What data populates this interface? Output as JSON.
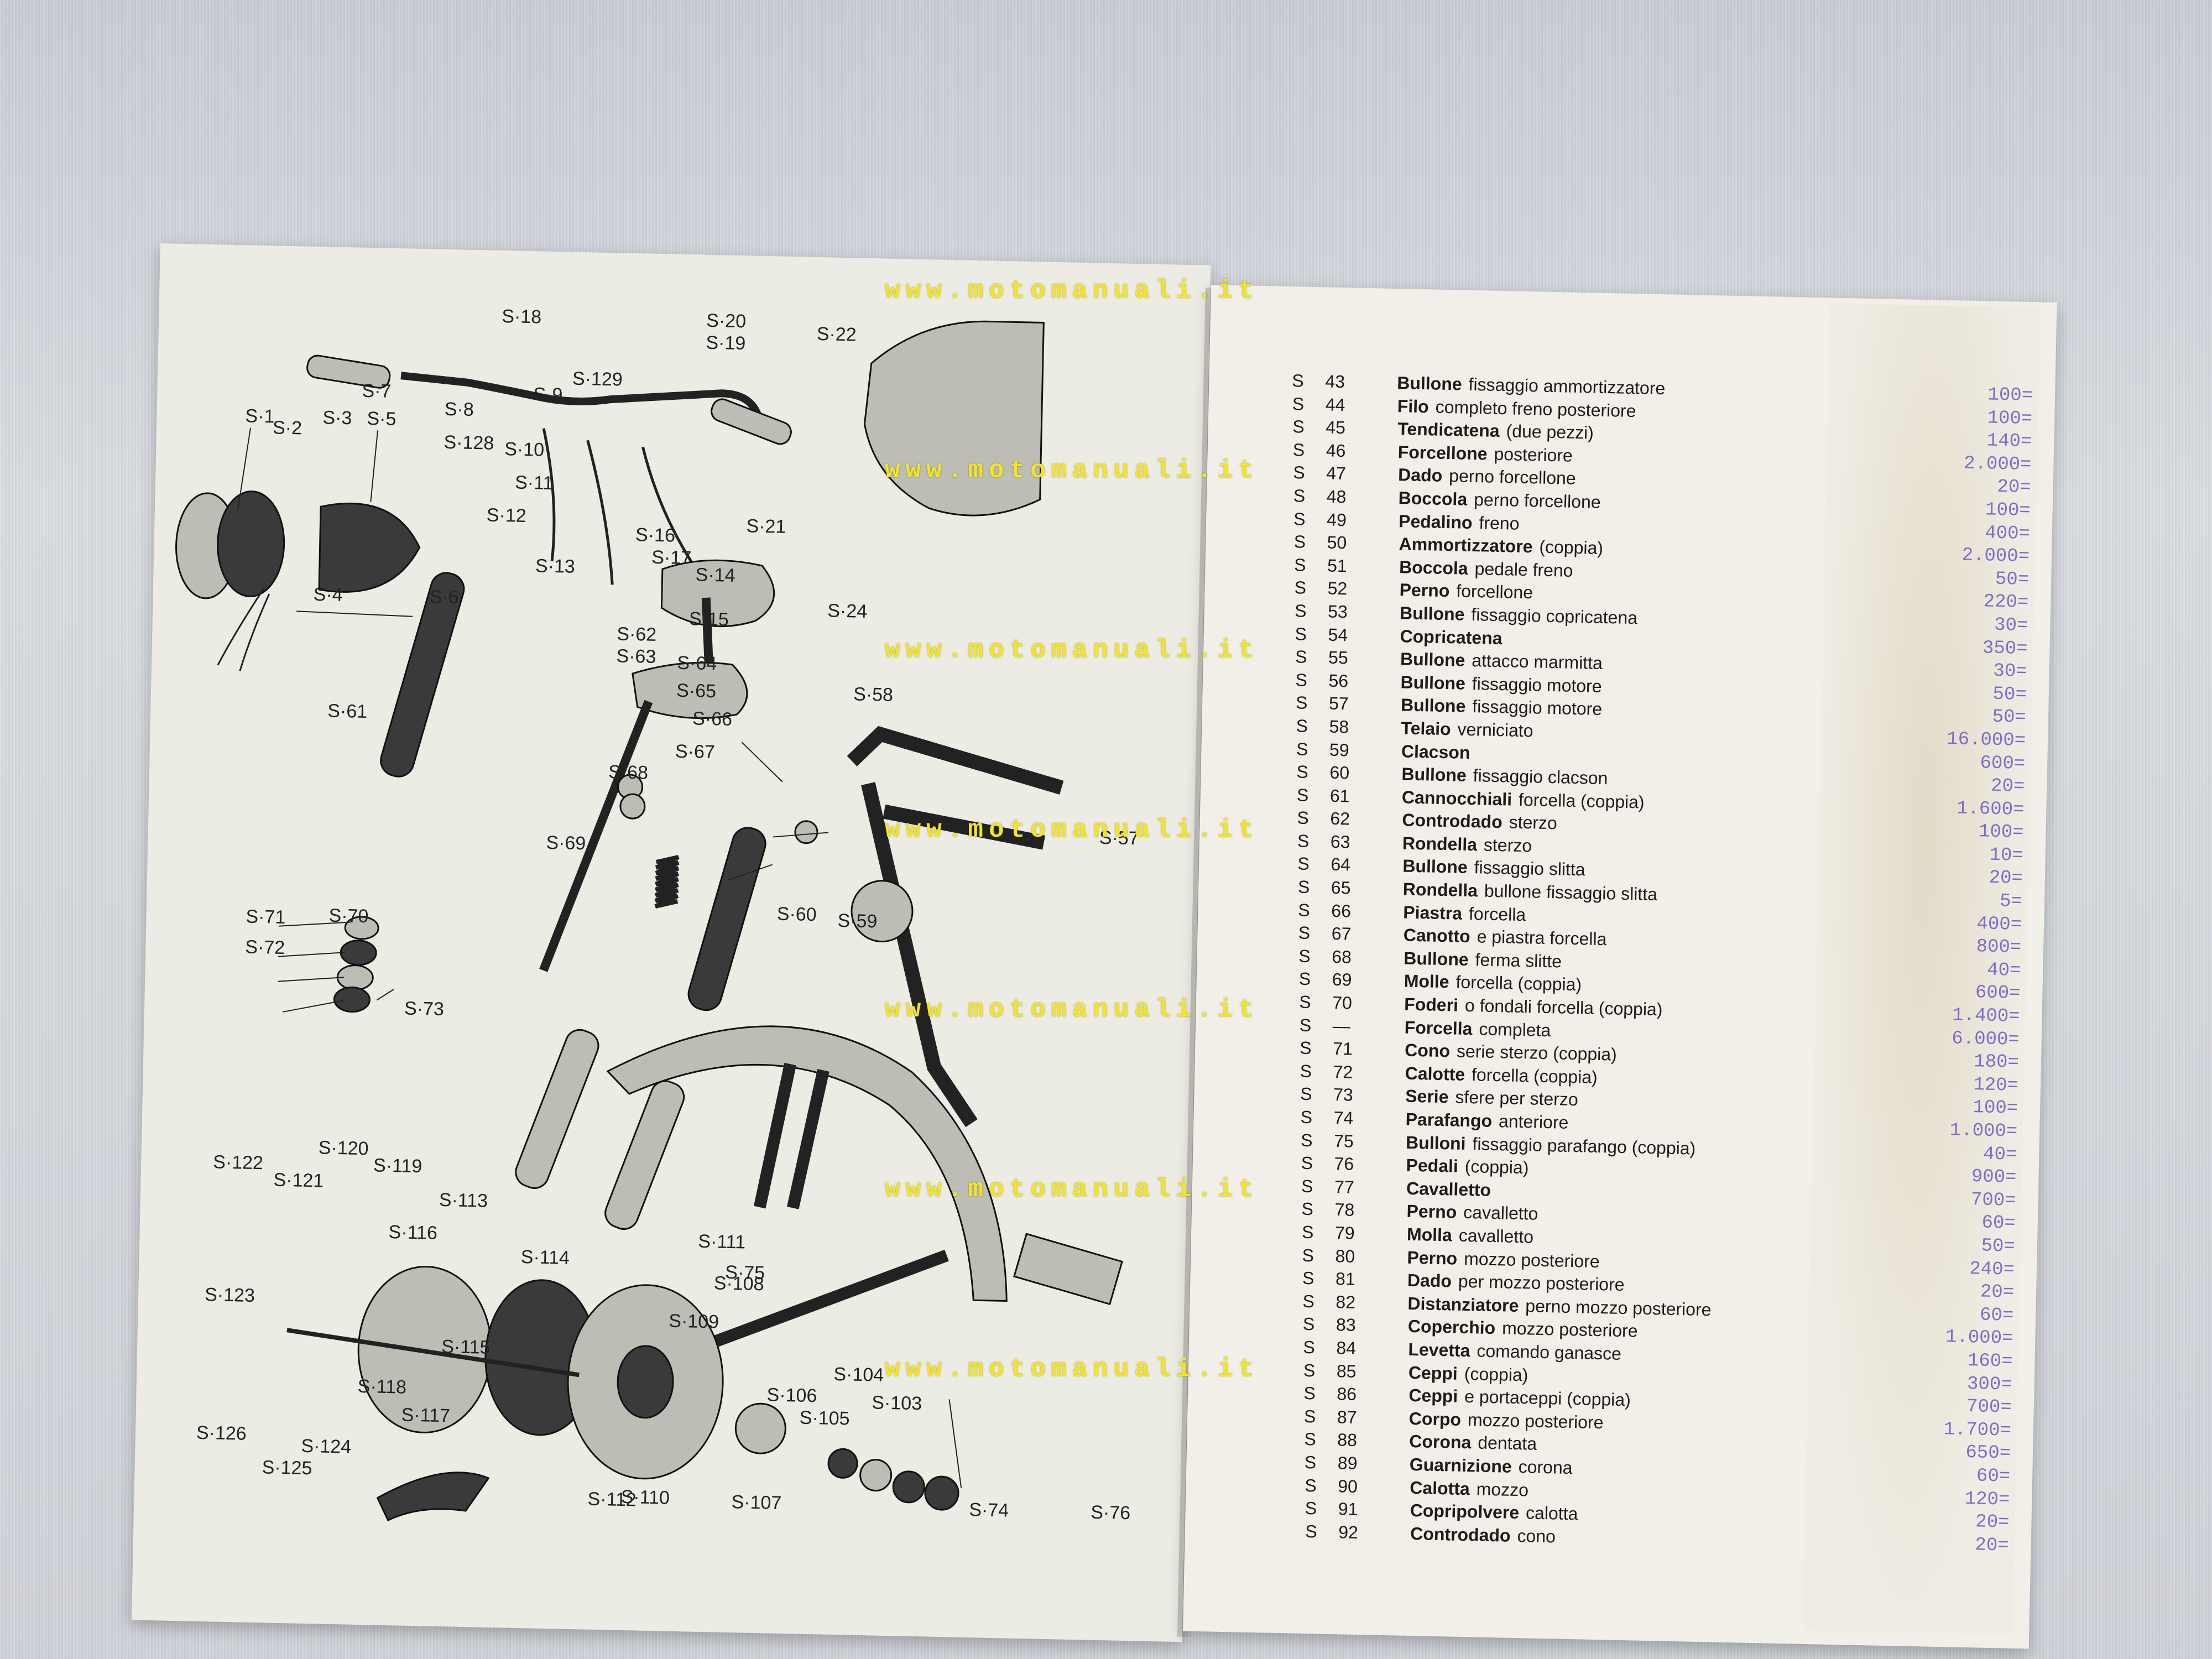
{
  "watermark": "www.motomanuali.it",
  "diagram_labels": [
    "S·1",
    "S·2",
    "S·3",
    "S·4",
    "S·5",
    "S·6",
    "S·7",
    "S·8",
    "S·9",
    "S·10",
    "S·11",
    "S·12",
    "S·13",
    "S·14",
    "S·15",
    "S·16",
    "S·17",
    "S·18",
    "S·19",
    "S·20",
    "S·21",
    "S·22",
    "S·24",
    "S·58",
    "S·61",
    "S·62",
    "S·63",
    "S·64",
    "S·65",
    "S·66",
    "S·67",
    "S·68",
    "S·69",
    "S·70",
    "S·71",
    "S·72",
    "S·73",
    "S·57",
    "S·59",
    "S·60",
    "S·74",
    "S·75",
    "S·76",
    "S·103",
    "S·104",
    "S·105",
    "S·106",
    "S·107",
    "S·108",
    "S·109",
    "S·110",
    "S·111",
    "S·112",
    "S·113",
    "S·114",
    "S·115",
    "S·116",
    "S·117",
    "S·118",
    "S·119",
    "S·120",
    "S·121",
    "S·122",
    "S·123",
    "S·124",
    "S·125",
    "S·126",
    "S·128",
    "S·129"
  ],
  "parts": [
    {
      "prefix": "S",
      "num": "43",
      "name": "Bullone",
      "desc": "fissaggio ammortizzatore",
      "price": "100="
    },
    {
      "prefix": "S",
      "num": "44",
      "name": "Filo",
      "desc": "completo freno posteriore",
      "price": "100="
    },
    {
      "prefix": "S",
      "num": "45",
      "name": "Tendicatena",
      "desc": "(due pezzi)",
      "price": "140="
    },
    {
      "prefix": "S",
      "num": "46",
      "name": "Forcellone",
      "desc": "posteriore",
      "price": "2.000="
    },
    {
      "prefix": "S",
      "num": "47",
      "name": "Dado",
      "desc": "perno forcellone",
      "price": "20="
    },
    {
      "prefix": "S",
      "num": "48",
      "name": "Boccola",
      "desc": "perno forcellone",
      "price": "100="
    },
    {
      "prefix": "S",
      "num": "49",
      "name": "Pedalino",
      "desc": "freno",
      "price": "400="
    },
    {
      "prefix": "S",
      "num": "50",
      "name": "Ammortizzatore",
      "desc": "(coppia)",
      "price": "2.000="
    },
    {
      "prefix": "S",
      "num": "51",
      "name": "Boccola",
      "desc": "pedale freno",
      "price": "50="
    },
    {
      "prefix": "S",
      "num": "52",
      "name": "Perno",
      "desc": "forcellone",
      "price": "220="
    },
    {
      "prefix": "S",
      "num": "53",
      "name": "Bullone",
      "desc": "fissaggio copricatena",
      "price": "30="
    },
    {
      "prefix": "S",
      "num": "54",
      "name": "Copricatena",
      "desc": "",
      "price": "350="
    },
    {
      "prefix": "S",
      "num": "55",
      "name": "Bullone",
      "desc": "attacco marmitta",
      "price": "30="
    },
    {
      "prefix": "S",
      "num": "56",
      "name": "Bullone",
      "desc": "fissaggio motore",
      "price": "50="
    },
    {
      "prefix": "S",
      "num": "57",
      "name": "Bullone",
      "desc": "fissaggio motore",
      "price": "50="
    },
    {
      "prefix": "S",
      "num": "58",
      "name": "Telaio",
      "desc": "verniciato",
      "price": "16.000="
    },
    {
      "prefix": "S",
      "num": "59",
      "name": "Clacson",
      "desc": "",
      "price": "600="
    },
    {
      "prefix": "S",
      "num": "60",
      "name": "Bullone",
      "desc": "fissaggio clacson",
      "price": "20="
    },
    {
      "prefix": "S",
      "num": "61",
      "name": "Cannocchiali",
      "desc": "forcella (coppia)",
      "price": "1.600="
    },
    {
      "prefix": "S",
      "num": "62",
      "name": "Controdado",
      "desc": "sterzo",
      "price": "100="
    },
    {
      "prefix": "S",
      "num": "63",
      "name": "Rondella",
      "desc": "sterzo",
      "price": "10="
    },
    {
      "prefix": "S",
      "num": "64",
      "name": "Bullone",
      "desc": "fissaggio slitta",
      "price": "20="
    },
    {
      "prefix": "S",
      "num": "65",
      "name": "Rondella",
      "desc": "bullone fissaggio slitta",
      "price": "5="
    },
    {
      "prefix": "S",
      "num": "66",
      "name": "Piastra",
      "desc": "forcella",
      "price": "400="
    },
    {
      "prefix": "S",
      "num": "67",
      "name": "Canotto",
      "desc": "e piastra forcella",
      "price": "800="
    },
    {
      "prefix": "S",
      "num": "68",
      "name": "Bullone",
      "desc": "ferma slitte",
      "price": "40="
    },
    {
      "prefix": "S",
      "num": "69",
      "name": "Molle",
      "desc": "forcella (coppia)",
      "price": "600="
    },
    {
      "prefix": "S",
      "num": "70",
      "name": "Foderi",
      "desc": "o fondali forcella (coppia)",
      "price": "1.400="
    },
    {
      "prefix": "S",
      "num": "—",
      "name": "Forcella",
      "desc": "completa",
      "price": "6.000="
    },
    {
      "prefix": "S",
      "num": "71",
      "name": "Cono",
      "desc": "serie sterzo (coppia)",
      "price": "180="
    },
    {
      "prefix": "S",
      "num": "72",
      "name": "Calotte",
      "desc": "forcella (coppia)",
      "price": "120="
    },
    {
      "prefix": "S",
      "num": "73",
      "name": "Serie",
      "desc": "sfere per sterzo",
      "price": "100="
    },
    {
      "prefix": "S",
      "num": "74",
      "name": "Parafango",
      "desc": "anteriore",
      "price": "1.000="
    },
    {
      "prefix": "S",
      "num": "75",
      "name": "Bulloni",
      "desc": "fissaggio parafango (coppia)",
      "price": "40="
    },
    {
      "prefix": "S",
      "num": "76",
      "name": "Pedali",
      "desc": "(coppia)",
      "price": "900="
    },
    {
      "prefix": "S",
      "num": "77",
      "name": "Cavalletto",
      "desc": "",
      "price": "700="
    },
    {
      "prefix": "S",
      "num": "78",
      "name": "Perno",
      "desc": "cavalletto",
      "price": "60="
    },
    {
      "prefix": "S",
      "num": "79",
      "name": "Molla",
      "desc": "cavalletto",
      "price": "50="
    },
    {
      "prefix": "S",
      "num": "80",
      "name": "Perno",
      "desc": "mozzo posteriore",
      "price": "240="
    },
    {
      "prefix": "S",
      "num": "81",
      "name": "Dado",
      "desc": "per mozzo posteriore",
      "price": "20="
    },
    {
      "prefix": "S",
      "num": "82",
      "name": "Distanziatore",
      "desc": "perno mozzo posteriore",
      "price": "60="
    },
    {
      "prefix": "S",
      "num": "83",
      "name": "Coperchio",
      "desc": "mozzo posteriore",
      "price": "1.000="
    },
    {
      "prefix": "S",
      "num": "84",
      "name": "Levetta",
      "desc": "comando ganasce",
      "price": "160="
    },
    {
      "prefix": "S",
      "num": "85",
      "name": "Ceppi",
      "desc": "(coppia)",
      "price": "300="
    },
    {
      "prefix": "S",
      "num": "86",
      "name": "Ceppi",
      "desc": "e portaceppi (coppia)",
      "price": "700="
    },
    {
      "prefix": "S",
      "num": "87",
      "name": "Corpo",
      "desc": "mozzo posteriore",
      "price": "1.700="
    },
    {
      "prefix": "S",
      "num": "88",
      "name": "Corona",
      "desc": "dentata",
      "price": "650="
    },
    {
      "prefix": "S",
      "num": "89",
      "name": "Guarnizione",
      "desc": "corona",
      "price": "60="
    },
    {
      "prefix": "S",
      "num": "90",
      "name": "Calotta",
      "desc": "mozzo",
      "price": "120="
    },
    {
      "prefix": "S",
      "num": "91",
      "name": "Copripolvere",
      "desc": "calotta",
      "price": "20="
    },
    {
      "prefix": "S",
      "num": "92",
      "name": "Controdado",
      "desc": "cono",
      "price": "20="
    }
  ]
}
